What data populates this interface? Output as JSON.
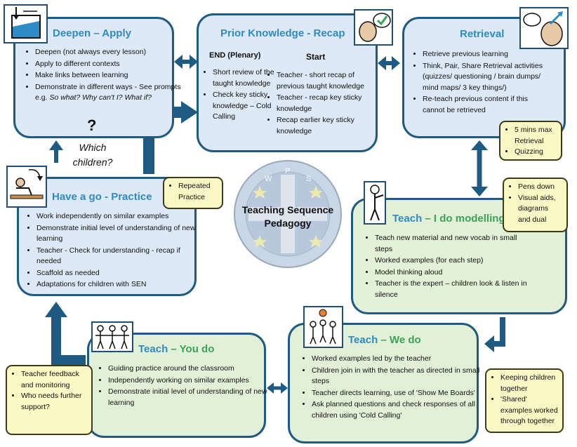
{
  "center": {
    "title_line1": "Teaching Sequence",
    "title_line2": "Pedagogy",
    "logo_letters": [
      "W",
      "P",
      "S"
    ]
  },
  "deepen": {
    "title_a": "Deepen",
    "title_b": " – Apply",
    "bullets": [
      "Deepen (not always every lesson)",
      "Apply to different contexts",
      "Make links between learning",
      "Demonstrate in different ways - See prompts e.g. So what? Why can't I? What if?"
    ],
    "question_mark": "?"
  },
  "which_children": {
    "line1": "Which",
    "line2": "children?"
  },
  "prior": {
    "title": "Prior Knowledge - Recap",
    "end_heading": "END (Plenary)",
    "start_heading": "Start",
    "end_bullets": [
      "Short review of the taught knowledge",
      "Check key sticky knowledge – Cold Calling"
    ],
    "start_bullets": [
      "Teacher - short recap of previous taught knowledge",
      "Teacher - recap key sticky knowledge",
      "Recap earlier key sticky knowledge"
    ]
  },
  "retrieval": {
    "title": "Retrieval",
    "bullets": [
      "Retrieve previous learning",
      "Think, Pair, Share Retrieval activities (quizzes/ questioning / brain dumps/ mind maps/ 3 key things/)",
      "Re-teach previous content if this cannot be retrieved"
    ],
    "note": [
      "5 mins max Retrieval",
      "Quizzing"
    ]
  },
  "practice": {
    "title": "Have a go - Practice",
    "bullets": [
      "Work independently on similar examples",
      "Demonstrate initial level of understanding of new learning",
      "Teacher - Check for understanding - recap if needed",
      "Scaffold as needed",
      "Adaptations for children with SEN"
    ],
    "note_line1": "Repeated",
    "note_line2": "Practice"
  },
  "ido": {
    "title_a": "Teach",
    "title_b": " – I do modelling",
    "bullets": [
      "Teach new material and new vocab in small steps",
      "Worked examples (for each step)",
      "Model thinking aloud",
      "Teacher is the expert – children look & listen in silence"
    ],
    "note": [
      "Pens down",
      "Visual aids, diagrams and dual"
    ]
  },
  "wedo": {
    "title_a": "Teach",
    "title_b": " – We do",
    "bullets": [
      "Worked examples led by the teacher",
      "Children join in with the teacher as directed in small steps",
      "Teacher directs learning, use of 'Show Me Boards'",
      "Ask planned questions and check responses of all children using 'Cold Calling'"
    ],
    "note": [
      "Keeping children together",
      "'Shared' examples worked through together"
    ]
  },
  "youdo": {
    "title_a": "Teach",
    "title_b": " – You do",
    "bullets": [
      "Guiding practice around the classroom",
      "Independently working on similar examples",
      "Demonstrate initial level of understanding of new learning"
    ],
    "note": [
      "Teacher feedback and monitoring",
      "Who needs further support?"
    ]
  },
  "colors": {
    "border": "#1f5a82",
    "title_blue": "#2e8bc5",
    "title_green": "#3aa357",
    "blue_fill": "#dde9f6",
    "green_fill": "#e1f0d6",
    "note_fill": "#fbf8c6",
    "arrow": "#1f5a82"
  }
}
